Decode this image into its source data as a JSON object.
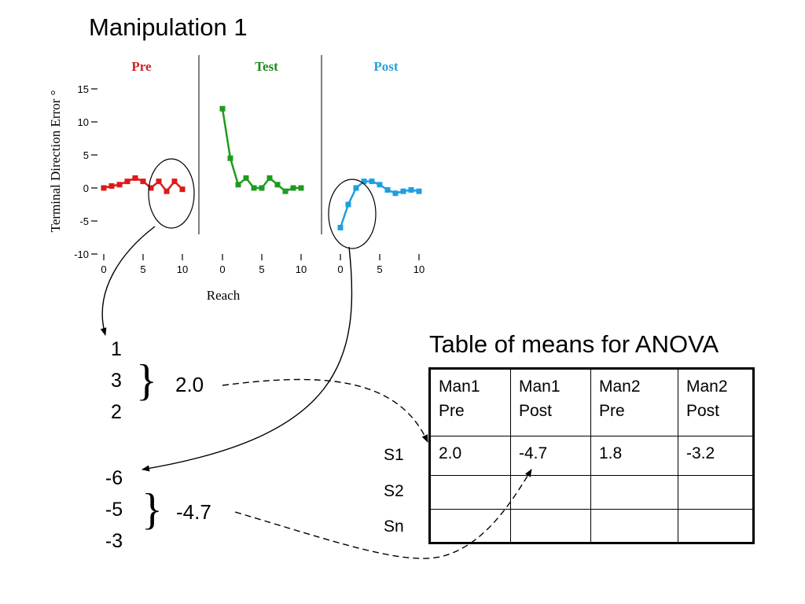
{
  "slide_title": "Manipulation 1",
  "chart_data": [
    {
      "type": "line",
      "panel": "Pre",
      "title": "Pre",
      "title_color": "#cc2222",
      "color": "#dd1a1a",
      "xlabel": "",
      "ylabel": "Terminal Direction Error °",
      "ylim": [
        -10,
        15
      ],
      "xlim": [
        0,
        10
      ],
      "y_ticks": [
        "15",
        "10",
        "5",
        "0",
        "-5",
        "-10"
      ],
      "x_ticks": [
        "0",
        "5",
        "10"
      ],
      "series": [
        {
          "x": [
            0,
            1,
            2,
            3,
            4,
            5,
            6,
            7,
            8,
            9,
            10
          ],
          "y": [
            0,
            0.3,
            0.5,
            1,
            1.5,
            1,
            0,
            1,
            -0.5,
            1,
            -0.2
          ]
        }
      ]
    },
    {
      "type": "line",
      "panel": "Test",
      "title": "Test",
      "title_color": "#1c8a1c",
      "color": "#1e9b1e",
      "xlabel": "Reach",
      "ylim": [
        -10,
        15
      ],
      "xlim": [
        0,
        10
      ],
      "x_ticks": [
        "0",
        "5",
        "10"
      ],
      "series": [
        {
          "x": [
            0,
            1,
            2,
            3,
            4,
            5,
            6,
            7,
            8,
            9,
            10
          ],
          "y": [
            12,
            4.5,
            0.5,
            1.5,
            0,
            0,
            1.5,
            0.5,
            -0.5,
            0,
            0
          ]
        }
      ]
    },
    {
      "type": "line",
      "panel": "Post",
      "title": "Post",
      "title_color": "#2a9fd8",
      "color": "#1f9fe0",
      "xlabel": "",
      "ylim": [
        -10,
        15
      ],
      "xlim": [
        0,
        10
      ],
      "x_ticks": [
        "0",
        "5",
        "10"
      ],
      "series": [
        {
          "x": [
            0,
            1,
            2,
            3,
            4,
            5,
            6,
            7,
            8,
            9,
            10
          ],
          "y": [
            -6,
            -2.5,
            0,
            1,
            1,
            0.5,
            -0.3,
            -0.8,
            -0.5,
            -0.3,
            -0.5
          ]
        }
      ]
    }
  ],
  "pre_values": [
    "1",
    "3",
    "2"
  ],
  "pre_mean": "2.0",
  "post_values": [
    "-6",
    "-5",
    "-3"
  ],
  "post_mean": "-4.7",
  "brace": "}",
  "table": {
    "title": "Table of means for ANOVA",
    "headers": [
      [
        "Man1",
        "Pre"
      ],
      [
        "Man1",
        "Post"
      ],
      [
        "Man2",
        "Pre"
      ],
      [
        "Man2",
        "Post"
      ]
    ],
    "row_labels": [
      "S1",
      "S2",
      "Sn"
    ],
    "rows": [
      [
        "2.0",
        "-4.7",
        "1.8",
        "-3.2"
      ],
      [
        "",
        "",
        "",
        ""
      ],
      [
        "",
        "",
        "",
        ""
      ]
    ]
  }
}
